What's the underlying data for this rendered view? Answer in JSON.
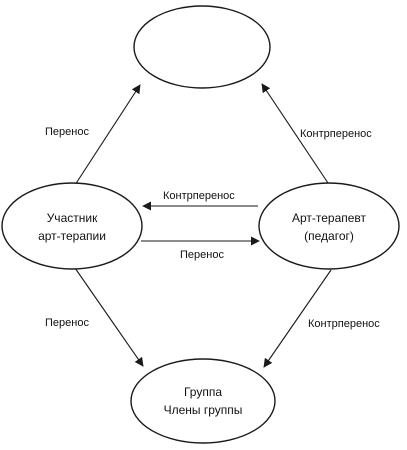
{
  "nodes": {
    "top": {
      "lines": []
    },
    "participant": {
      "lines": [
        "Участник",
        "арт-терапии"
      ]
    },
    "therapist": {
      "lines": [
        "Арт-терапевт",
        "(педагог)"
      ]
    },
    "group": {
      "lines": [
        "Группа",
        "Члены группы"
      ]
    }
  },
  "edges": {
    "participant_to_top": "Перенос",
    "therapist_to_top": "Контрперенос",
    "therapist_to_participant": "Контрперенос",
    "participant_to_therapist": "Перенос",
    "participant_to_group": "Перенос",
    "therapist_to_group": "Контрперенос"
  },
  "colors": {
    "stroke": "#1a1a1a",
    "text": "#111111",
    "background": "#ffffff"
  }
}
